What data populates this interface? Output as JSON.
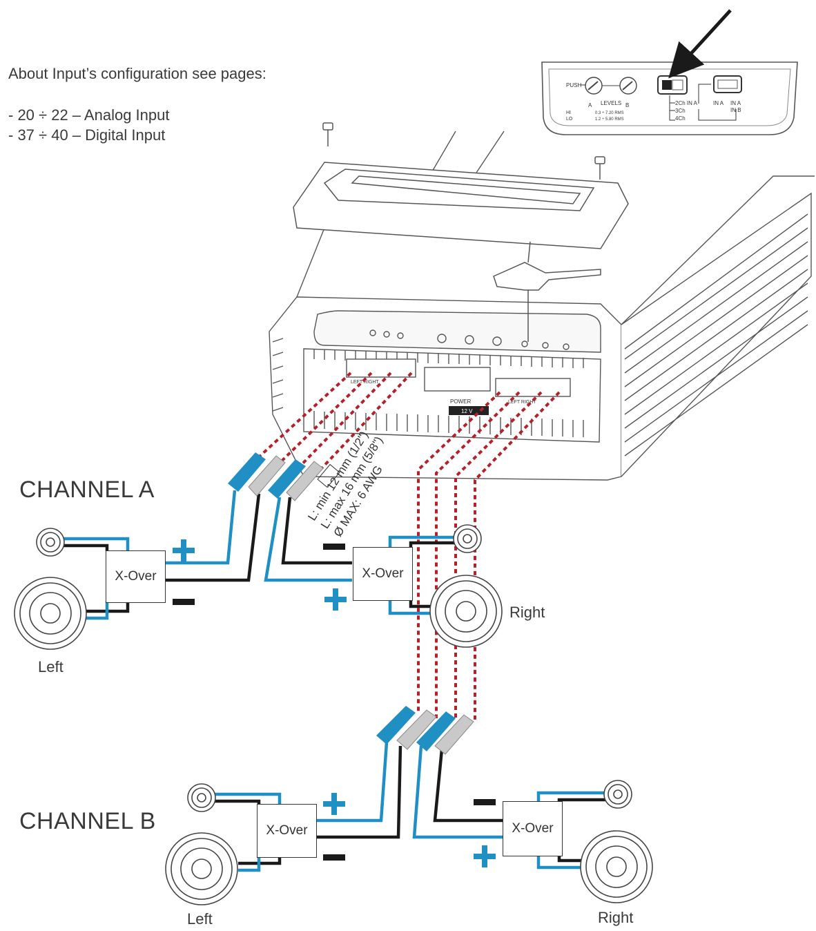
{
  "intro": {
    "line": "About Input’s configuration see pages:",
    "pages": [
      "- 20 ÷ 22 – Analog Input",
      "- 37 ÷ 40 – Digital Input"
    ]
  },
  "channels": [
    {
      "label": "CHANNEL A",
      "xover": [
        "X-Over",
        "X-Over"
      ],
      "speakers": [
        "Left",
        "Right"
      ]
    },
    {
      "label": "CHANNEL B",
      "xover": [
        "X-Over",
        "X-Over"
      ],
      "speakers": [
        "Left",
        "Right"
      ]
    }
  ],
  "wire_spec": [
    "L: min 12 mm (1/2\")",
    "L: max 16 mm (5/8\")",
    "Ø MAX: 6 AWG"
  ],
  "panel": {
    "push": "PUSH",
    "hi": "HI",
    "lo": "LO",
    "levels": "LEVELS",
    "a": "A",
    "b": "B",
    "range_hi": "0.3 ÷ 7.20 RMS",
    "range_lo": "1.2 ÷ 5.80 RMS",
    "modes": [
      "2Ch IN A",
      "3Ch",
      "4Ch"
    ],
    "ina": "IN A",
    "inab": [
      "IN A",
      "IN B"
    ]
  },
  "amp": {
    "power_label": "POWER",
    "voltage": "12 V",
    "left_right_a": "LEFT RIGHT",
    "left_right_b": "LEFT RIGHT"
  },
  "colors": {
    "positive": "#1f8fc4",
    "negative": "#1a1a1a",
    "wire_grey": "#b8b8b8",
    "dotted": "#b3212a"
  }
}
